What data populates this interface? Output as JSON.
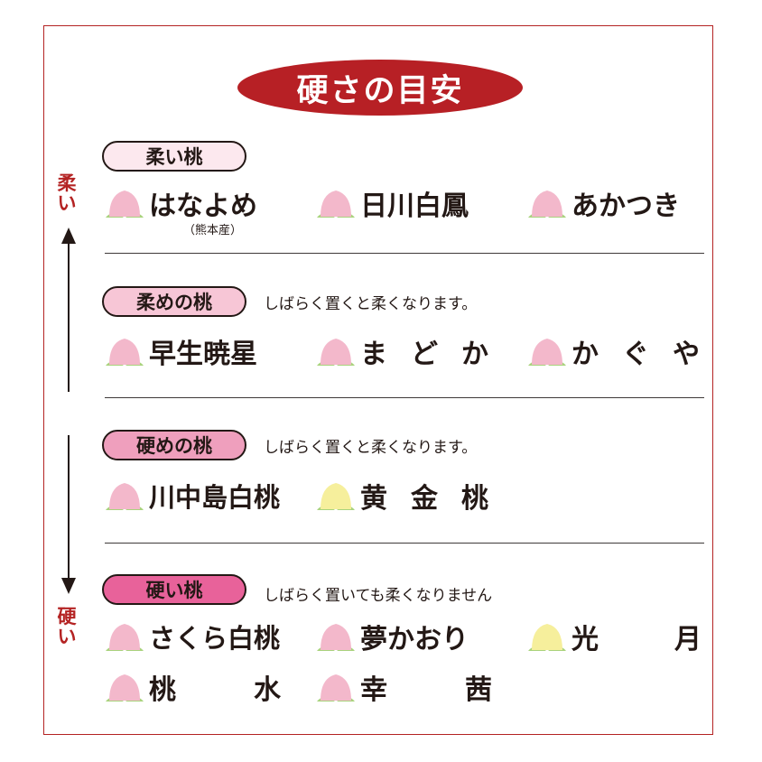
{
  "title": "硬さの目安",
  "side": {
    "top": "柔い",
    "bottom": "硬い"
  },
  "colors": {
    "accent": "#b72025",
    "peach_pink": "#f3b8cb",
    "peach_yellow": "#f6ef9c",
    "leaf": "#a9d37d"
  },
  "sections": [
    {
      "badge": "柔い桃",
      "badge_color": "#fce8ee",
      "note": "",
      "items": [
        {
          "name": "はなよめ",
          "icon": "peach-pink-icon",
          "sub": "（熊本産）"
        },
        {
          "name": "日川白鳳",
          "icon": "peach-pink-icon"
        },
        {
          "name": "あかつき",
          "icon": "peach-pink-icon"
        }
      ]
    },
    {
      "badge": "柔めの桃",
      "badge_color": "#f7c6d6",
      "note": "しばらく置くと柔くなります。",
      "items": [
        {
          "name": "早生暁星",
          "icon": "peach-pink-icon"
        },
        {
          "name": "まどか",
          "icon": "peach-pink-icon"
        },
        {
          "name": "かぐや",
          "icon": "peach-pink-icon"
        }
      ]
    },
    {
      "badge": "硬めの桃",
      "badge_color": "#ef9fbd",
      "note": "しばらく置くと柔くなります。",
      "items": [
        {
          "name": "川中島白桃",
          "icon": "peach-pink-icon"
        },
        {
          "name": "黄金桃",
          "icon": "peach-yellow-icon"
        }
      ]
    },
    {
      "badge": "硬い桃",
      "badge_color": "#e8629a",
      "note": "しばらく置いても柔くなりません",
      "items": [
        {
          "name": "さくら白桃",
          "icon": "peach-pink-icon"
        },
        {
          "name": "夢かおり",
          "icon": "peach-pink-icon"
        },
        {
          "name": "光月",
          "icon": "peach-yellow-icon"
        },
        {
          "name": "桃水",
          "icon": "peach-pink-icon"
        },
        {
          "name": "幸茜",
          "icon": "peach-pink-icon"
        }
      ]
    }
  ]
}
